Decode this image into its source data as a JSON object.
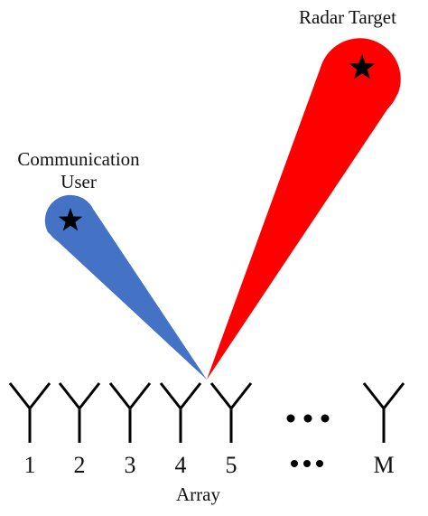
{
  "labels": {
    "radar_target": "Radar Target",
    "communication_user_line1": "Communication",
    "communication_user_line2": "User",
    "array": "Array"
  },
  "antennas": [
    "1",
    "2",
    "3",
    "4",
    "5",
    "M"
  ],
  "ellipsis": "•••",
  "colors": {
    "radar_beam": "#ff0000",
    "communication_beam": "#4472c4",
    "antenna": "#000000",
    "star": "#000000"
  },
  "icons": {
    "radar_star": "star-icon",
    "comm_star": "star-icon"
  }
}
